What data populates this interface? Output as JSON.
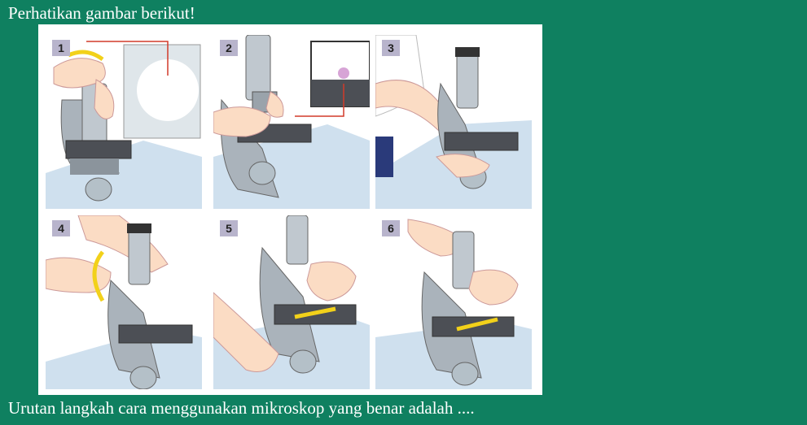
{
  "intro": "Perhatikan gambar berikut!",
  "question": "Urutan langkah  cara menggunakan mikroskop yang benar adalah ....",
  "figure": {
    "panels": [
      {
        "number": "1",
        "icon": "microscope-mirror-adjust-icon"
      },
      {
        "number": "2",
        "icon": "microscope-place-slide-icon"
      },
      {
        "number": "3",
        "icon": "microscope-carry-icon"
      },
      {
        "number": "4",
        "icon": "microscope-coarse-focus-icon"
      },
      {
        "number": "5",
        "icon": "microscope-move-slide-icon"
      },
      {
        "number": "6",
        "icon": "microscope-fine-adjust-icon"
      }
    ]
  },
  "colors": {
    "background": "#0f8060",
    "table": "#cfe0ee",
    "skin": "#fbdcc4",
    "metal": "#9aa3ab",
    "arrow": "#f2d11a",
    "label_box": "#b8b4cc"
  }
}
